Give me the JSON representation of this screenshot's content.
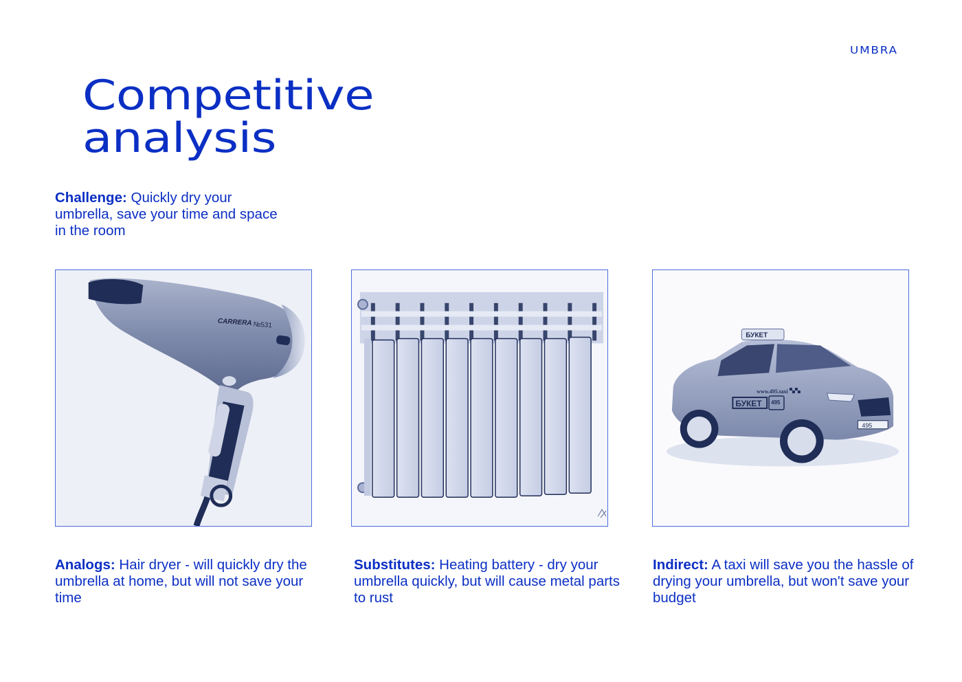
{
  "brand": {
    "name": "UMBRA"
  },
  "header": {
    "title_line1": "Competitive",
    "title_line2": "analysis"
  },
  "challenge": {
    "label": "Challenge:",
    "text": " Quickly dry your umbrella, save your time and space in the room"
  },
  "colors": {
    "accent": "#0b2fc4",
    "frame": "#4a6be0"
  },
  "cards": [
    {
      "image": "hair-dryer-image",
      "image_text": {
        "brand": "CARRERA",
        "model": "№531"
      },
      "label": "Analogs:",
      "text": " Hair dryer - will quickly dry the umbrella at home, but will not save your time"
    },
    {
      "image": "radiator-image",
      "label": "Substitutes:",
      "text": " Heating battery - dry your umbrella quickly, but will cause metal parts to rust"
    },
    {
      "image": "taxi-image",
      "image_text": {
        "roof_sign": "БУКЕТ",
        "door_logo": "БУКЕТ",
        "door_number": "495",
        "website": "www.495.taxi",
        "plate": "495"
      },
      "label": "Indirect:",
      "text": " A taxi will save you the hassle of drying your umbrella, but won't save your budget"
    }
  ]
}
